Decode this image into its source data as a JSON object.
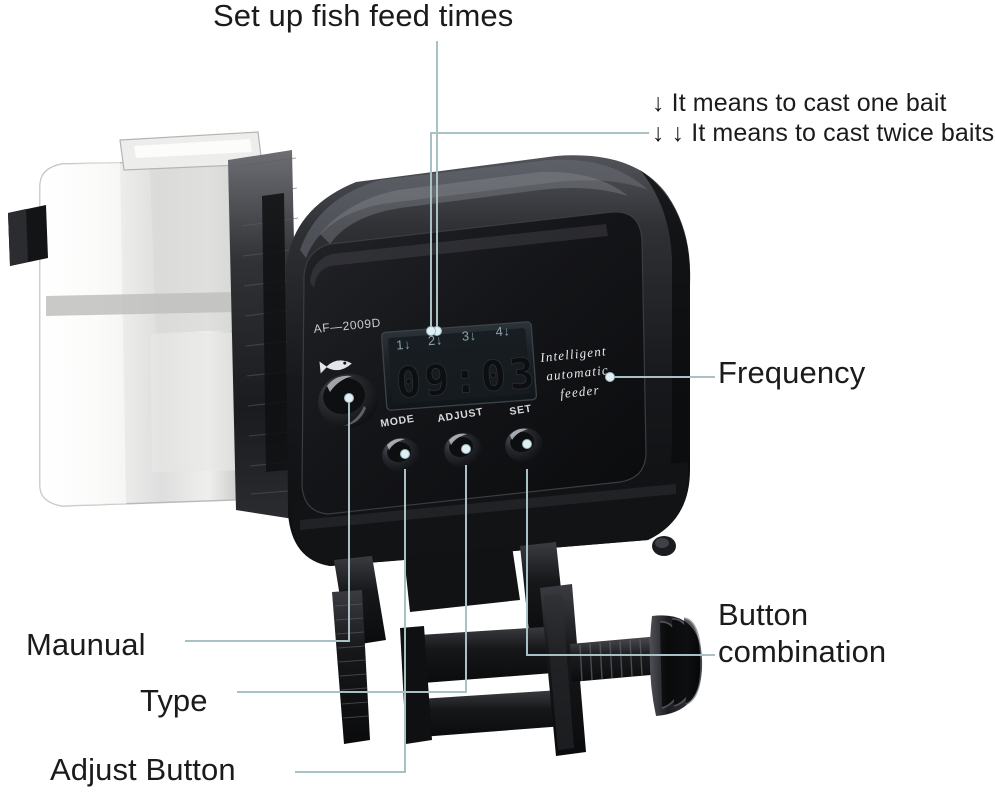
{
  "image": {
    "kind": "product-annotation-diagram",
    "subject": "automatic fish feeder",
    "background_color": "#ffffff",
    "leader_line_color": "#a9c0c4",
    "text_color": "#1b1b1b"
  },
  "annotations": {
    "title": "Set up fish feed times",
    "cast_one": "↓ It means to cast one bait",
    "cast_twice": "↓ ↓ It means to cast twice baits",
    "frequency": "Frequency",
    "button_combination": "Button combination",
    "manual": "Maunual",
    "type": "Type",
    "adjust_button": "Adjust Button"
  },
  "device": {
    "model_label": "AF—2009D",
    "brand_script_line1": "Intelligent",
    "brand_script_line2": "automatic",
    "brand_script_line3": "feeder",
    "fish_icon": "fish-icon",
    "lcd": {
      "segment_markers": [
        "1↓",
        "2↓",
        "3↓",
        "4↓"
      ],
      "time_value": "09:03"
    },
    "buttons": [
      {
        "label": "MODE",
        "name": "mode-button"
      },
      {
        "label": "ADJUST",
        "name": "adjust-button"
      },
      {
        "label": "SET",
        "name": "set-button"
      }
    ],
    "manual_knob": "manual-dial-knob",
    "hopper": "feed-hopper",
    "clamp_knob": "clamp-thumbscrew"
  },
  "colors": {
    "body_dark": "#141414",
    "body_mid": "#2a2a2c",
    "body_light": "#4a4a4d",
    "hopper_white": "#f2f2f0",
    "hopper_shade": "#c9c9c7",
    "lcd_bg": "#1d2326",
    "lcd_digit": "#0a0c0d",
    "accent_line": "#a9c0c4",
    "dot_fill": "#dff0f4"
  }
}
